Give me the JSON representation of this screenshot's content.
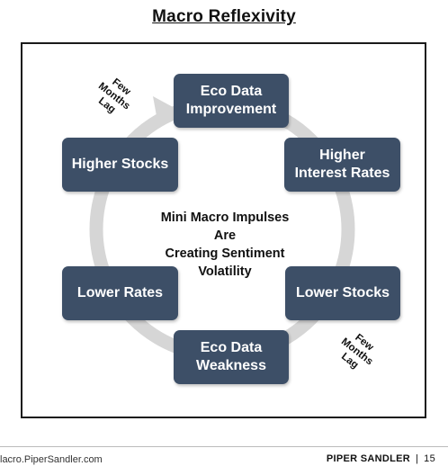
{
  "title": "Macro Reflexivity",
  "center_text": "Mini Macro Impulses Are\nCreating Sentiment\nVolatility",
  "nodes": {
    "eco_improvement": "Eco Data\nImprovement",
    "higher_rates": "Higher\nInterest Rates",
    "lower_stocks": "Lower Stocks",
    "eco_weakness": "Eco Data\nWeakness",
    "lower_rates": "Lower Rates",
    "higher_stocks": "Higher Stocks"
  },
  "lag_labels": {
    "top_left": "Few\nMonths\nLag",
    "bottom_right": "Few\nMonths\nLag"
  },
  "footer": {
    "url": "lacro.PiperSandler.com",
    "brand": "PIPER SANDLER",
    "separator": "|",
    "page": "15"
  },
  "colors": {
    "node_fill": "#3d4f67",
    "ring": "#d6d6d6"
  }
}
